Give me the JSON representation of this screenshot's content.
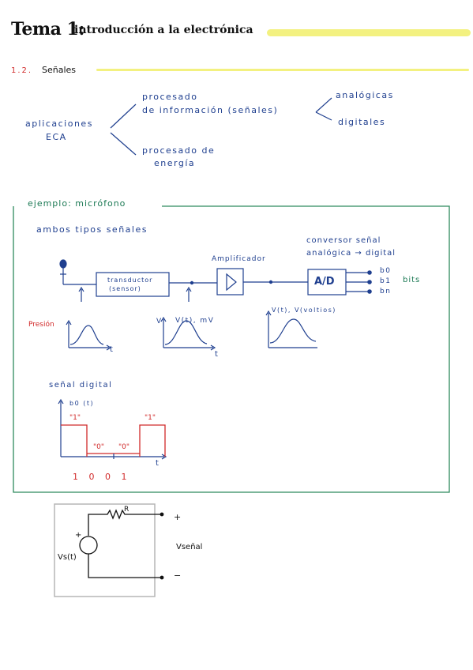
{
  "header": {
    "title_main": "Tema 1:",
    "title_sub": "introducción a la electrónica"
  },
  "section": {
    "number": "1.2.",
    "title": "Señales"
  },
  "tree": {
    "root_line1": "aplicaciones",
    "root_line2": "ECA",
    "branch1_line1": "procesado",
    "branch1_line2": "de información (señales)",
    "branch2_line1": "procesado de",
    "branch2_line2": "energía",
    "leaf1": "analógicas",
    "leaf2": "digitales"
  },
  "example": {
    "title": "ejemplo: micrófono",
    "subtitle": "ambos tipos señales",
    "transducer_line1": "transductor",
    "transducer_line2": "(sensor)",
    "amplifier": "Amplificador",
    "converter_line1": "conversor señal",
    "converter_line2": "analógica → digital",
    "ad_label": "A/D",
    "out_b0": "b0",
    "out_b1": "b1",
    "out_bn": "bn",
    "bits": "bits",
    "graph1_label": "Presión",
    "graph2_label": "V(t), mV",
    "graph3_label": "V(t), V(voltios)",
    "axis_t": "t",
    "axis_v": "V",
    "digital_title": "señal digital",
    "digital_ylabel": "b0 (t)",
    "digital_bits": [
      "\"1\"",
      "\"0\"",
      "\"0\"",
      "\"1\""
    ],
    "digital_sequence": "1 0 0 1"
  },
  "circuit": {
    "resistor": "R",
    "plus_term": "+",
    "minus_term": "−",
    "source_plus": "+",
    "source_label": "Vs(t)",
    "output_label": "Vseñal"
  },
  "colors": {
    "ink_blue": "#1f3f8f",
    "ink_red": "#d12a2a",
    "ink_green": "#1d7a55",
    "highlight_yellow": "#f3f180",
    "frame_green": "#2e8a5e",
    "box_grey": "#b5b5b5"
  }
}
